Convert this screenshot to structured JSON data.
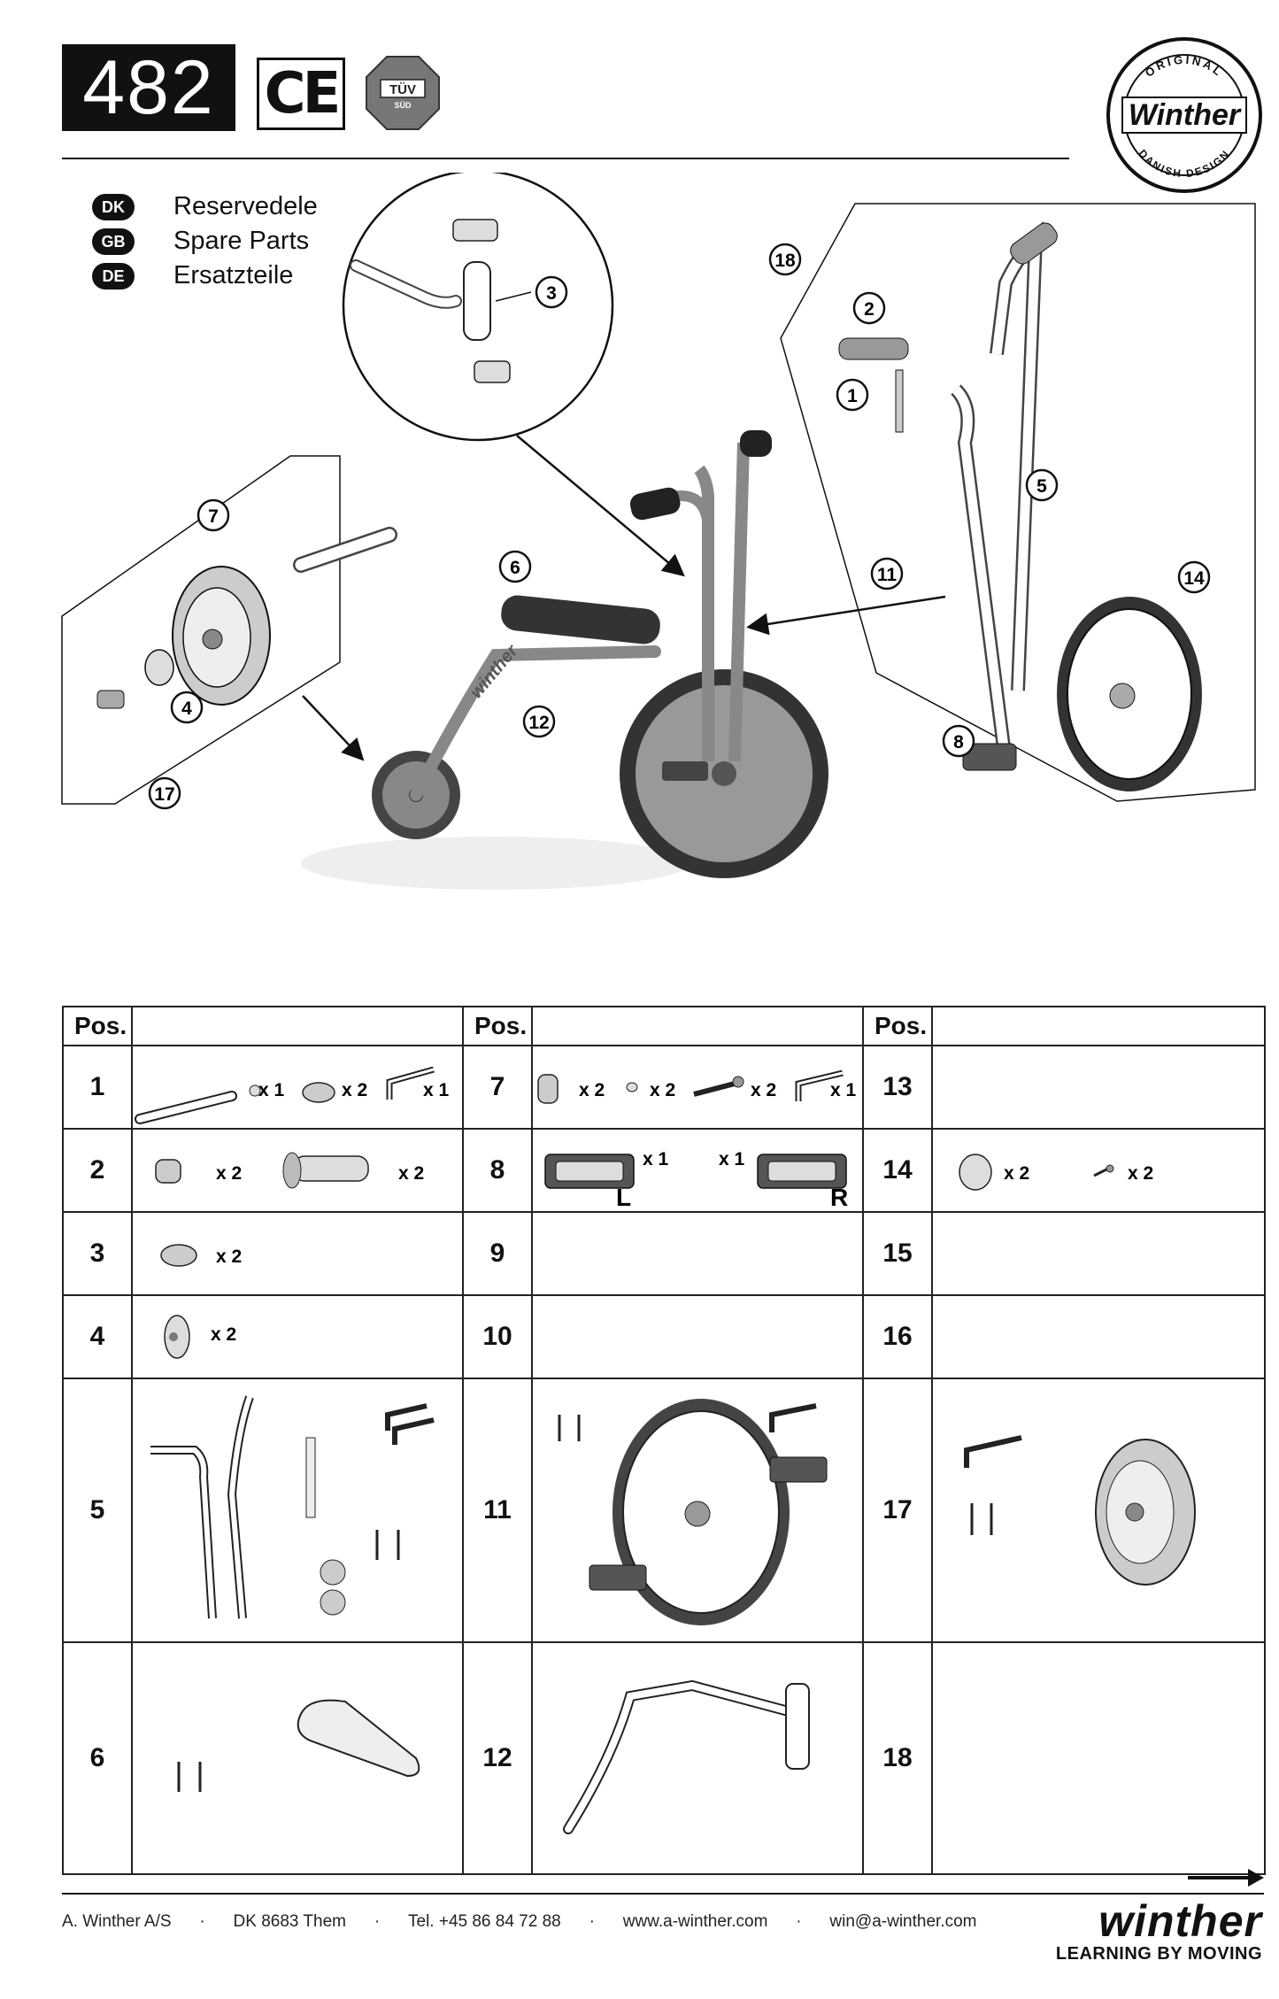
{
  "header": {
    "model_number": "482",
    "ce_mark": "CE",
    "tuv_mark": "TÜV",
    "tuv_sub": "SÜD",
    "brand_seal": {
      "top": "ORIGINAL",
      "name": "Winther",
      "bottom": "DANISH DESIGN"
    }
  },
  "languages": [
    {
      "code": "DK",
      "label": "Reservedele"
    },
    {
      "code": "GB",
      "label": "Spare Parts"
    },
    {
      "code": "DE",
      "label": "Ersatzteile"
    }
  ],
  "diagram": {
    "callouts": [
      "1",
      "2",
      "3",
      "4",
      "5",
      "6",
      "7",
      "8",
      "11",
      "12",
      "14",
      "17",
      "18"
    ],
    "frame_lettering": "winther"
  },
  "table": {
    "header_label": "Pos.",
    "rows": [
      {
        "cells": [
          {
            "pos": "1",
            "qty": [
              "x 1",
              "x 2",
              "x 1"
            ]
          },
          {
            "pos": "7",
            "qty": [
              "x 2",
              "x 2",
              "x 2",
              "x 1"
            ]
          },
          {
            "pos": "13",
            "qty": []
          }
        ]
      },
      {
        "cells": [
          {
            "pos": "2",
            "qty": [
              "x 2",
              "x 2"
            ]
          },
          {
            "pos": "8",
            "qty": [
              "x 1",
              "x 1"
            ],
            "sides": [
              "L",
              "R"
            ]
          },
          {
            "pos": "14",
            "qty": [
              "x 2",
              "x 2"
            ]
          }
        ]
      },
      {
        "cells": [
          {
            "pos": "3",
            "qty": [
              "x 2"
            ]
          },
          {
            "pos": "9",
            "qty": []
          },
          {
            "pos": "15",
            "qty": []
          }
        ]
      },
      {
        "cells": [
          {
            "pos": "4",
            "qty": [
              "x 2"
            ]
          },
          {
            "pos": "10",
            "qty": []
          },
          {
            "pos": "16",
            "qty": []
          }
        ]
      },
      {
        "cells": [
          {
            "pos": "5",
            "qty": []
          },
          {
            "pos": "11",
            "qty": []
          },
          {
            "pos": "17",
            "qty": []
          }
        ]
      },
      {
        "cells": [
          {
            "pos": "6",
            "qty": []
          },
          {
            "pos": "12",
            "qty": []
          },
          {
            "pos": "18",
            "qty": []
          }
        ]
      }
    ]
  },
  "footer": {
    "company": "A. Winther A/S",
    "address": "DK 8683 Them",
    "phone": "Tel. +45 86 84 72 88",
    "website": "www.a-winther.com",
    "email": "win@a-winther.com",
    "separator": "·",
    "logo_name": "winther",
    "tagline": "LEARNING BY MOVING"
  }
}
